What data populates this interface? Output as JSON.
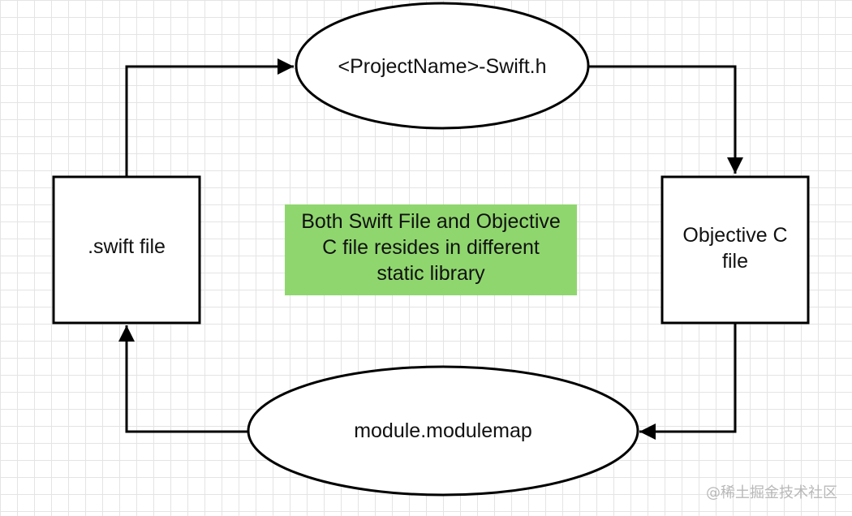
{
  "diagram": {
    "header_node": "<ProjectName>-Swift.h",
    "swift_node": ".swift file",
    "objc_node": [
      "Objective C",
      "file"
    ],
    "modulemap_node": "module.modulemap",
    "note": [
      "Both Swift File and Objective",
      "C file resides in different",
      "static library"
    ],
    "note_color": "#8fd66e"
  },
  "watermark": "@稀土掘金技术社区"
}
